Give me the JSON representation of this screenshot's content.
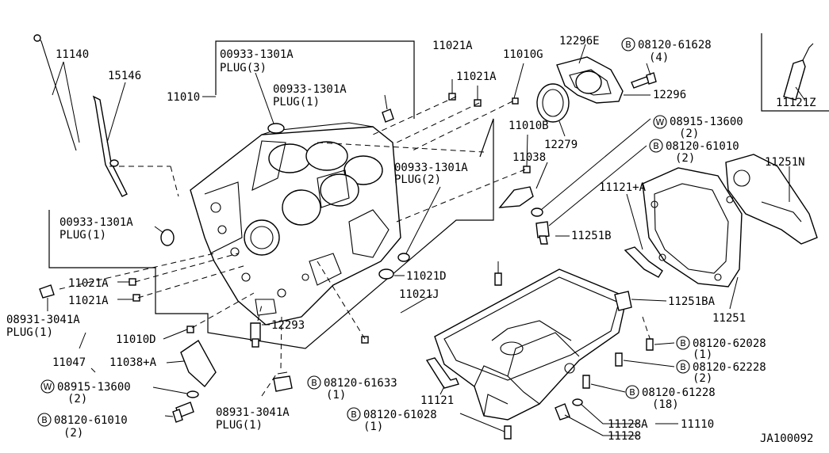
{
  "diagram_id": "JA100092",
  "callouts": [
    {
      "key": "c11140",
      "text": "11140"
    },
    {
      "key": "c15146",
      "text": "15146"
    },
    {
      "key": "c11010",
      "text": "11010"
    },
    {
      "key": "c00933_a",
      "text": "00933-1301A"
    },
    {
      "key": "c_plug3",
      "text": "PLUG(3)"
    },
    {
      "key": "c00933_b",
      "text": "00933-1301A"
    },
    {
      "key": "c_plug1_b",
      "text": "PLUG(1)"
    },
    {
      "key": "c11021a_1",
      "text": "11021A"
    },
    {
      "key": "c11021a_2",
      "text": "11021A"
    },
    {
      "key": "c11010g",
      "text": "11010G"
    },
    {
      "key": "c12296e",
      "text": "12296E"
    },
    {
      "key": "c08120_61628",
      "text": "08120-61628"
    },
    {
      "key": "c_q4",
      "text": "(4)"
    },
    {
      "key": "c12296",
      "text": "12296"
    },
    {
      "key": "c11121z",
      "text": "11121Z"
    },
    {
      "key": "c08915_13600_top",
      "text": "08915-13600"
    },
    {
      "key": "c_q2_a",
      "text": "(2)"
    },
    {
      "key": "c08120_61010_top",
      "text": "08120-61010"
    },
    {
      "key": "c_q2_b",
      "text": "(2)"
    },
    {
      "key": "c11010b",
      "text": "11010B"
    },
    {
      "key": "c12279",
      "text": "12279"
    },
    {
      "key": "c00933_c",
      "text": "00933-1301A"
    },
    {
      "key": "c_plug2",
      "text": "PLUG(2)"
    },
    {
      "key": "c11038",
      "text": "11038"
    },
    {
      "key": "c11121a",
      "text": "11121+A"
    },
    {
      "key": "c11251n",
      "text": "11251N"
    },
    {
      "key": "c00933_d",
      "text": "00933-1301A"
    },
    {
      "key": "c_plug1_d",
      "text": "PLUG(1)"
    },
    {
      "key": "c11251b",
      "text": "11251B"
    },
    {
      "key": "c11021a_3",
      "text": "11021A"
    },
    {
      "key": "c11021a_4",
      "text": "11021A"
    },
    {
      "key": "c11021d",
      "text": "11021D"
    },
    {
      "key": "c11021j",
      "text": "11021J"
    },
    {
      "key": "c11251ba",
      "text": "11251BA"
    },
    {
      "key": "c08931_left",
      "text": "08931-3041A"
    },
    {
      "key": "c_plug1_left",
      "text": "PLUG(1)"
    },
    {
      "key": "c12293",
      "text": "12293"
    },
    {
      "key": "c11251",
      "text": "11251"
    },
    {
      "key": "c11010d",
      "text": "11010D"
    },
    {
      "key": "c08120_62028",
      "text": "08120-62028"
    },
    {
      "key": "c_q1_a",
      "text": "(1)"
    },
    {
      "key": "c11047",
      "text": "11047"
    },
    {
      "key": "c11038a",
      "text": "11038+A"
    },
    {
      "key": "c08120_62228",
      "text": "08120-62228"
    },
    {
      "key": "c_q2_c",
      "text": "(2)"
    },
    {
      "key": "c08915_13600_bot",
      "text": "08915-13600"
    },
    {
      "key": "c_q2_d",
      "text": "(2)"
    },
    {
      "key": "c08120_61633",
      "text": "08120-61633"
    },
    {
      "key": "c_q1_b",
      "text": "(1)"
    },
    {
      "key": "c08120_61228",
      "text": "08120-61228"
    },
    {
      "key": "c_q18",
      "text": "(18)"
    },
    {
      "key": "c11121",
      "text": "11121"
    },
    {
      "key": "c08120_61010_bot",
      "text": "08120-61010"
    },
    {
      "key": "c_q2_e",
      "text": "(2)"
    },
    {
      "key": "c08931_bot",
      "text": "08931-3041A"
    },
    {
      "key": "c_plug1_bot",
      "text": "PLUG(1)"
    },
    {
      "key": "c08120_61028",
      "text": "08120-61028"
    },
    {
      "key": "c_q1_c",
      "text": "(1)"
    },
    {
      "key": "c11128a",
      "text": "11128A"
    },
    {
      "key": "c11110",
      "text": "11110"
    },
    {
      "key": "c11128",
      "text": "11128"
    },
    {
      "key": "c_id",
      "text": "JA100092"
    }
  ],
  "symbols": {
    "bolt": "B",
    "washer": "W"
  }
}
